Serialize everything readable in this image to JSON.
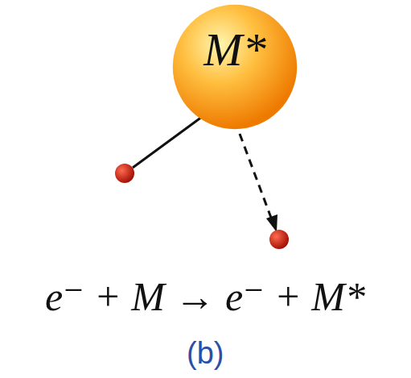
{
  "diagram": {
    "nodes": [
      {
        "text": [
          "M*"
        ]
      }
    ],
    "labels": [
      "e⁻ + M → e⁻ + M*",
      "(b)"
    ]
  }
}
